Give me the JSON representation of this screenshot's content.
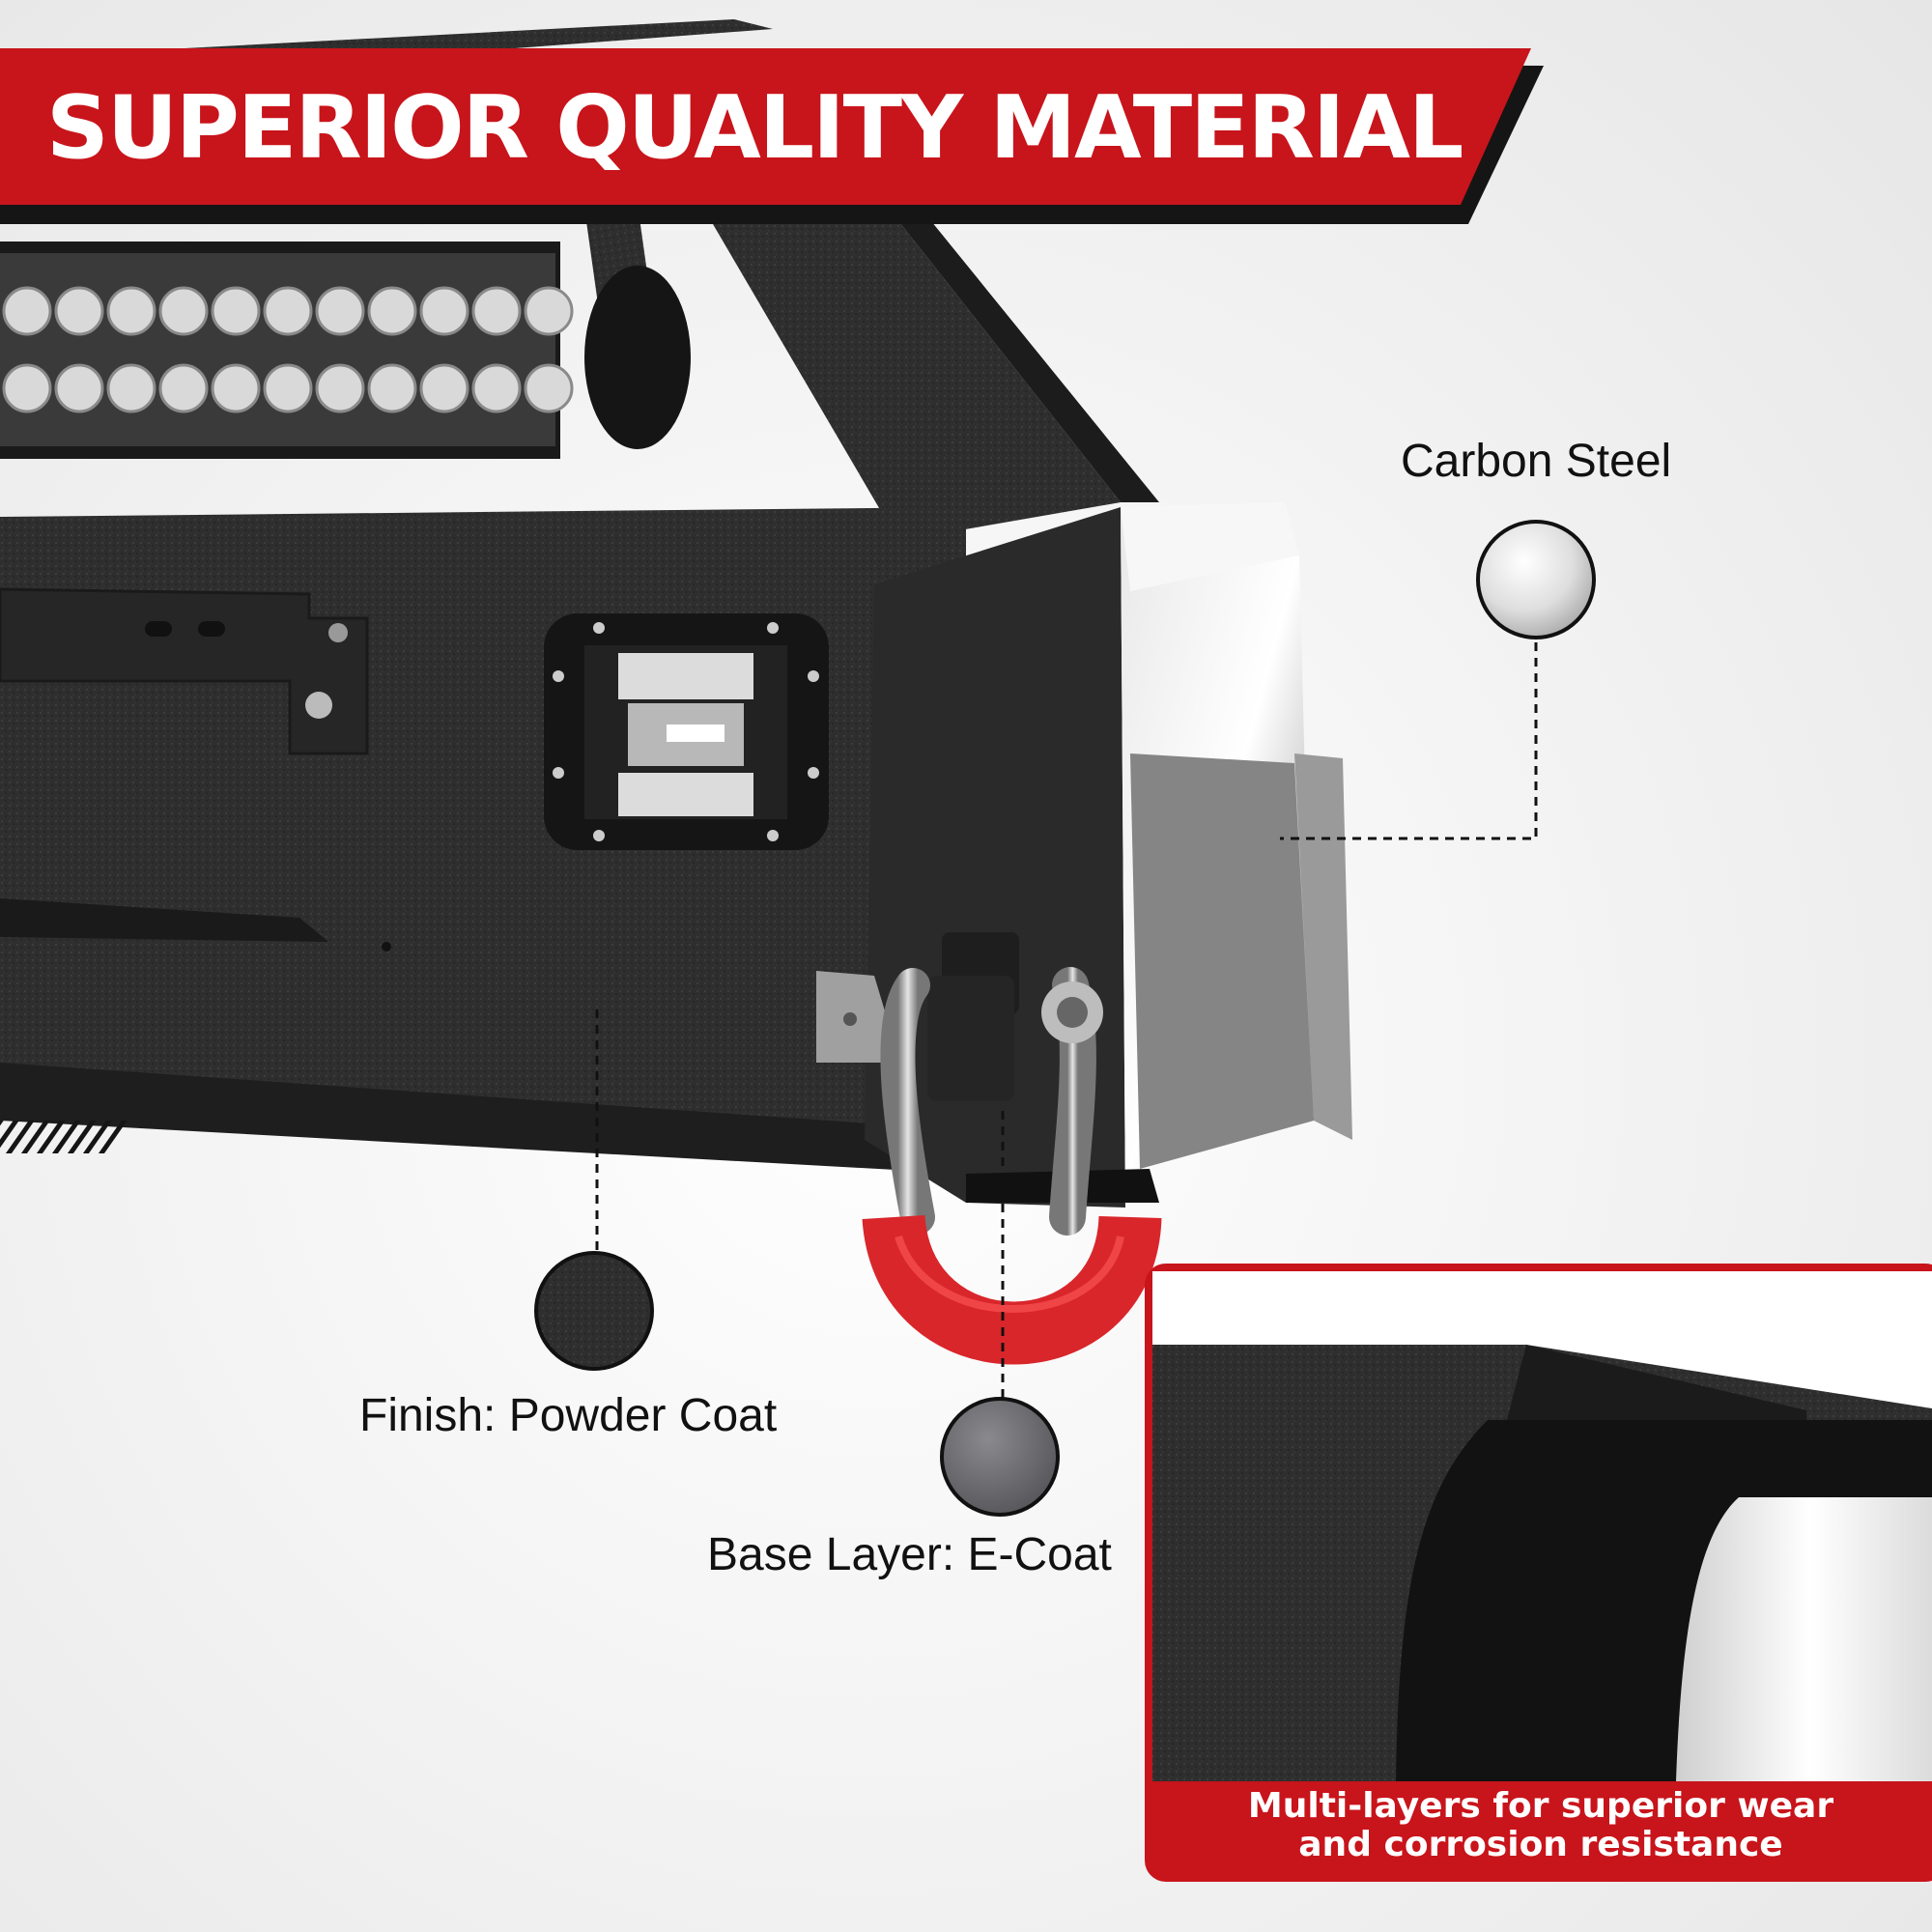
{
  "banner": {
    "title": "SUPERIOR QUALITY MATERIAL",
    "color": "#c8141b"
  },
  "callouts": {
    "carbon_steel": "Carbon Steel",
    "powder_coat": "Finish: Powder Coat",
    "e_coat": "Base Layer: E-Coat"
  },
  "inset": {
    "caption_line1": "Multi-layers for superior wear",
    "caption_line2": "and corrosion resistance"
  },
  "colors": {
    "accent_red": "#c8141b",
    "shackle_red": "#d9262b",
    "bumper_black": "#2b2b2b"
  }
}
